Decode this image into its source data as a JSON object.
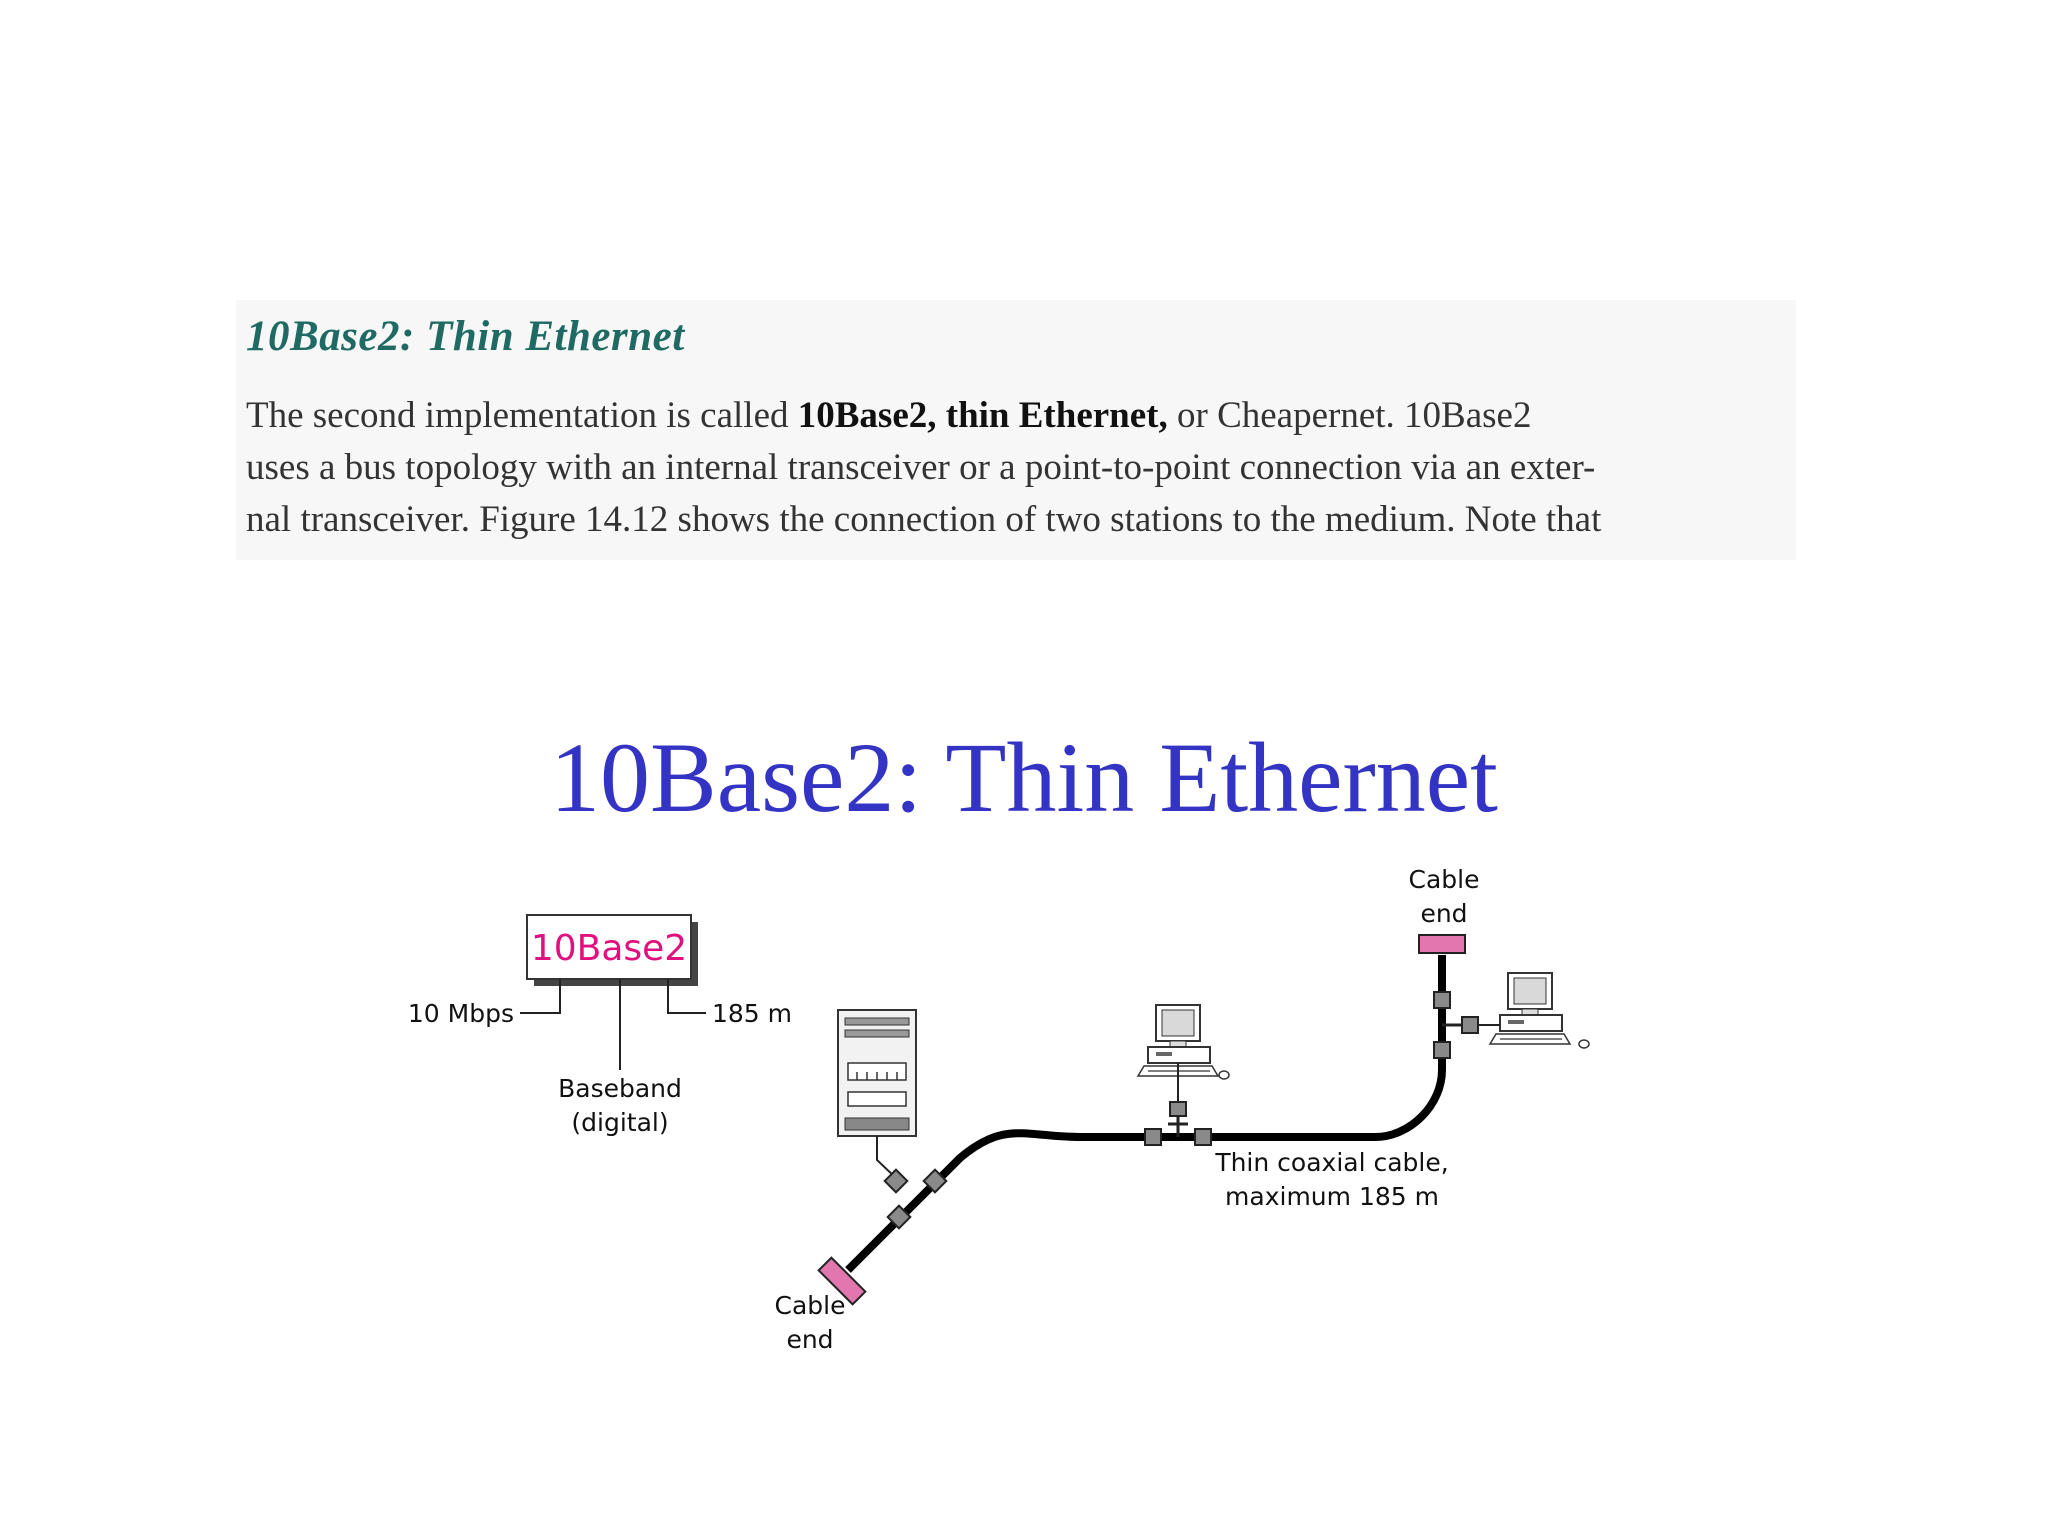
{
  "book_excerpt": {
    "heading": "10Base2: Thin Ethernet",
    "line1_a": "The second implementation is called ",
    "line1_bold": "10Base2, thin Ethernet,",
    "line1_b": " or Cheapernet. 10Base2",
    "line2": "uses a bus topology with an internal transceiver or a point-to-point connection via an exter-",
    "line3": "nal transceiver. Figure 14.12 shows the connection of two stations to the medium. Note that"
  },
  "slide": {
    "title": "10Base2: Thin Ethernet"
  },
  "diagram": {
    "box_label": "10Base2",
    "rate_label": "10 Mbps",
    "length_label": "185 m",
    "baseband_label_1": "Baseband",
    "baseband_label_2": "(digital)",
    "cable_end_top_1": "Cable",
    "cable_end_top_2": "end",
    "cable_end_bottom_1": "Cable",
    "cable_end_bottom_2": "end",
    "cable_label_1": "Thin coaxial cable,",
    "cable_label_2": "maximum 185 m",
    "colors": {
      "box_text": "#e0107f",
      "terminator": "#e277b0",
      "connector": "#8a8a8a",
      "cable": "#000000"
    }
  }
}
